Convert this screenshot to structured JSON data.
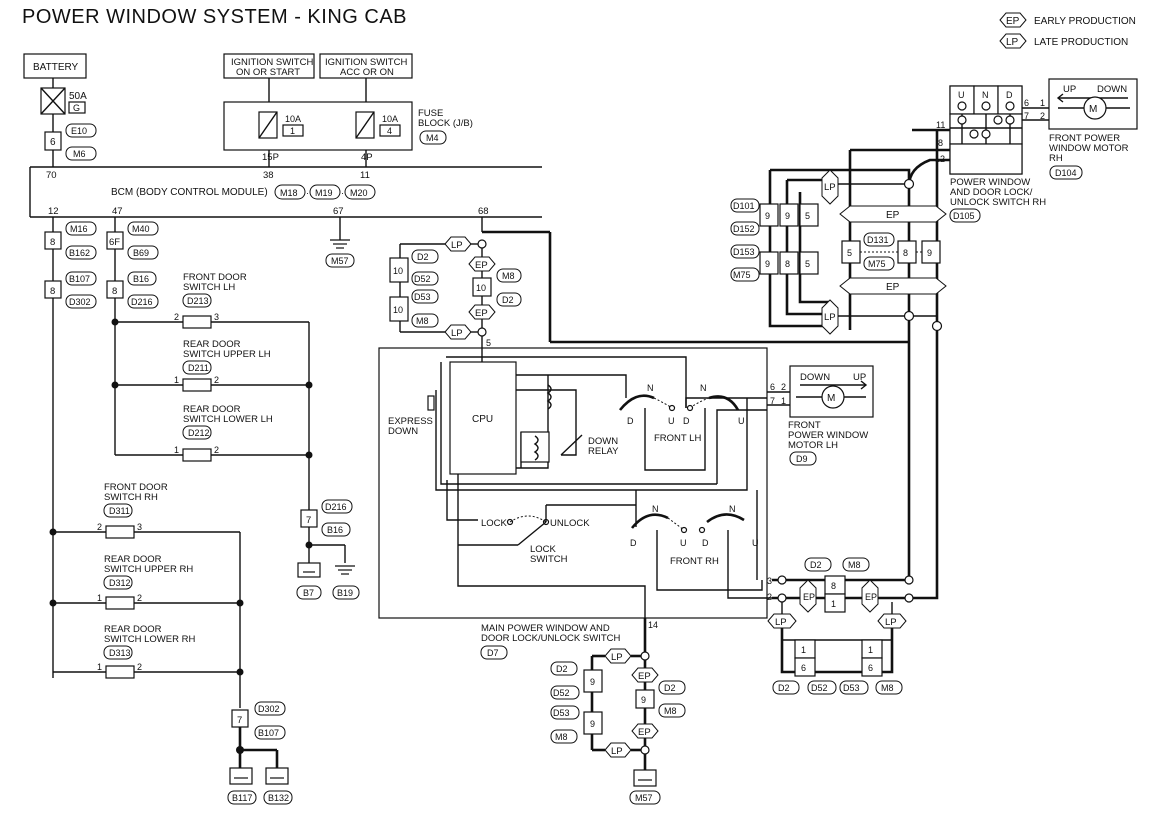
{
  "title": "POWER WINDOW SYSTEM - KING CAB",
  "legend": [
    {
      "code": "EP",
      "label": "EARLY PRODUCTION"
    },
    {
      "code": "LP",
      "label": "LATE PRODUCTION"
    }
  ],
  "supplies": {
    "battery": "BATTERY",
    "fuse_50a": "50A",
    "fuse_50a_id": "G",
    "ign_on_start": [
      "IGNITION SWITCH",
      "ON OR START"
    ],
    "ign_acc_on": [
      "IGNITION SWITCH",
      "ACC OR ON"
    ],
    "fuse1_amp": "10A",
    "fuse1_no": "1",
    "fuse2_amp": "10A",
    "fuse2_no": "4",
    "fuse_block": [
      "FUSE",
      "BLOCK (J/B)"
    ],
    "fuse_block_conn": "M4",
    "pin_15p": "15P",
    "pin_4p": "4P",
    "pin_6": "6",
    "e10": "E10",
    "m6": "M6"
  },
  "bcm": {
    "label": "BCM (BODY CONTROL MODULE)",
    "conns": [
      "M18",
      "M19",
      "M20"
    ],
    "pins_top": [
      "70",
      "38",
      "11"
    ],
    "pins_bottom": [
      "12",
      "47",
      "67",
      "68"
    ],
    "ground": "M57"
  },
  "left_side": {
    "pin8": "8",
    "m16": "M16",
    "b162": "B162",
    "pin8b": "8",
    "b107": "B107",
    "d302": "D302",
    "pin6f": "6F",
    "m40": "M40",
    "b69": "B69",
    "pin8c": "8",
    "b16": "B16",
    "d216": "D216",
    "front_door_lh": [
      "FRONT DOOR",
      "SWITCH LH"
    ],
    "d213": "D213",
    "rear_upper_lh": [
      "REAR DOOR",
      "SWITCH UPPER LH"
    ],
    "d211": "D211",
    "rear_lower_lh": [
      "REAR DOOR",
      "SWITCH LOWER LH"
    ],
    "d212": "D212",
    "front_door_rh": [
      "FRONT DOOR",
      "SWITCH RH"
    ],
    "d311": "D311",
    "rear_upper_rh": [
      "REAR DOOR",
      "SWITCH UPPER RH"
    ],
    "d312": "D312",
    "rear_lower_rh": [
      "REAR DOOR",
      "SWITCH LOWER RH"
    ],
    "d313": "D313",
    "pin7a": "7",
    "d216b": "D216",
    "b16b": "B16",
    "b7": "B7",
    "b19": "B19",
    "pin7b": "7",
    "d302b": "D302",
    "b107b": "B107",
    "b117": "B117",
    "b132": "B132",
    "sw_pins": [
      "2",
      "3",
      "1",
      "2",
      "1",
      "2",
      "2",
      "3",
      "1",
      "2",
      "1",
      "2"
    ]
  },
  "main_switch": {
    "cpu": "CPU",
    "express_down": [
      "EXPRESS",
      "DOWN"
    ],
    "down_relay": [
      "DOWN",
      "RELAY"
    ],
    "front_lh": "FRONT LH",
    "front_rh": "FRONT RH",
    "lock": "LOCK",
    "unlock": "UNLOCK",
    "lock_switch": [
      "LOCK",
      "SWITCH"
    ],
    "name": [
      "MAIN POWER WINDOW AND",
      "DOOR LOCK/UNLOCK SWITCH"
    ],
    "conn": "D7",
    "n": "N",
    "d": "D",
    "u": "U",
    "pin5": "5",
    "pin14": "14",
    "pin3": "3",
    "pin2": "2"
  },
  "motor_lh": {
    "down": "DOWN",
    "up": "UP",
    "m": "M",
    "name": [
      "FRONT",
      "POWER WINDOW",
      "MOTOR LH"
    ],
    "conn": "D9",
    "pins": [
      "6",
      "2",
      "7",
      "1"
    ]
  },
  "motor_rh": {
    "up": "UP",
    "down": "DOWN",
    "m": "M",
    "name": [
      "FRONT POWER",
      "WINDOW MOTOR",
      "RH"
    ],
    "conn": "D104",
    "pins": [
      "6",
      "1",
      "7",
      "2"
    ]
  },
  "rh_switch": {
    "cols": [
      "U",
      "N",
      "D"
    ],
    "name": [
      "POWER WINDOW",
      "AND DOOR LOCK/",
      "UNLOCK SWITCH RH"
    ],
    "conn": "D105",
    "pins": [
      "11",
      "8",
      "12"
    ]
  },
  "top_junction": {
    "d2": "D2",
    "d52": "D52",
    "d53": "D53",
    "m8": "M8",
    "p10a": "10",
    "p10b": "10",
    "p10c": "10",
    "ep": "EP",
    "lp": "LP"
  },
  "rh_harness": {
    "d101": "D101",
    "d152": "D152",
    "d153": "D153",
    "m75": "M75",
    "d131": "D131",
    "m75b": "M75",
    "row1": [
      "9",
      "9",
      "5"
    ],
    "row2": [
      "9",
      "8",
      "5"
    ],
    "mid": [
      "5",
      "8",
      "9"
    ],
    "ep": "EP",
    "lp": "LP"
  },
  "bottom_right": {
    "d2": "D2",
    "m8": "M8",
    "d52": "D52",
    "d53": "D53",
    "p8": "8",
    "p1": "1",
    "p1b": "1",
    "p6": "6",
    "p1c": "1",
    "p6b": "6",
    "ep": "EP",
    "lp": "LP"
  },
  "bottom_mid": {
    "d2": "D2",
    "d52": "D52",
    "d53": "D53",
    "m8": "M8",
    "d2b": "D2",
    "m8b": "M8",
    "p9a": "9",
    "p9b": "9",
    "p9c": "9",
    "ground": "M57",
    "ep": "EP",
    "lp": "LP"
  }
}
